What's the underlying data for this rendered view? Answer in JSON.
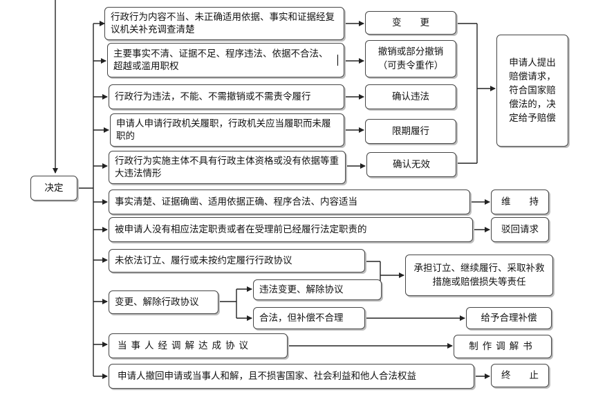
{
  "decision_label": "决定",
  "conditions": {
    "c1": "行政行为内容不当、未正确适用依据、事实和证据经复议机关补充调查清楚",
    "c2": "主要事实不清、证据不足、程序违法、依据不合法、超越或滥用职权",
    "c3": "行政行为违法，不能、不需撤销或不需责令履行",
    "c4": "申请人申请行政机关履职，行政机关应当履职而未履职的",
    "c5": "行政行为实施主体不具有行政主体资格或没有依据等重大违法情形",
    "c6": "事实清楚、证据确凿、适用依据正确、程序合法、内容适当",
    "c7": "被申请人没有相应法定职责或者在受理前已经履行法定职责的",
    "c8": "未依法订立、履行或未按约定履行行政协议",
    "c9": "变更、解除行政协议",
    "c9a": "违法变更、解除协议",
    "c9b": "合法，但补偿不合理",
    "c10": "当事人经调解达成协议",
    "c11": "申请人撤回申请或当事人和解，且不损害国家、社会利益和他人合法权益"
  },
  "results": {
    "r1": "变　　更",
    "r2": "撤销或部分撤销（可责令重作）",
    "r3": "确认违法",
    "r4": "限期履行",
    "r5": "确认无效",
    "r6": "维　　持",
    "r7": "驳回请求",
    "r8": "承担订立、继续履行、采取补救措施或赔偿损失等责任",
    "r9": "给予合理补偿",
    "r10": "制作调解书",
    "r11": "终　　止"
  },
  "compensation": "申请人提出赔偿请求，符合国家赔偿法的，决定给予赔偿"
}
